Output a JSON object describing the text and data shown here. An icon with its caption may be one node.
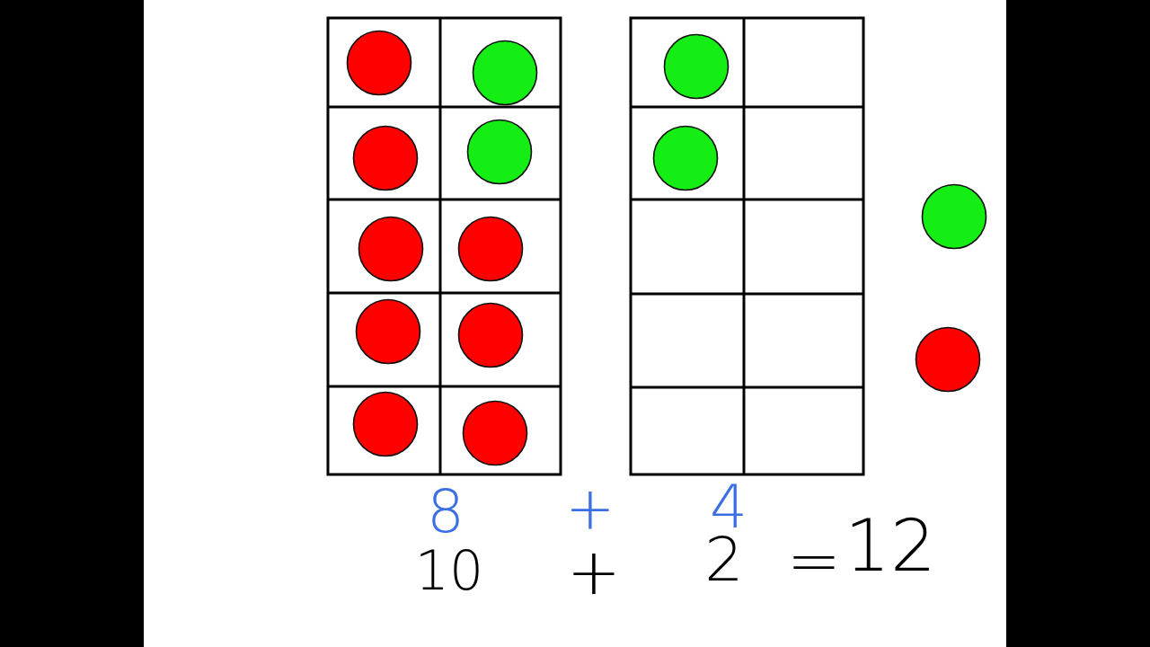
{
  "diagram": {
    "labels": [
      "8",
      "+",
      "4",
      "10",
      "+",
      "2",
      "=",
      "12"
    ]
  }
}
